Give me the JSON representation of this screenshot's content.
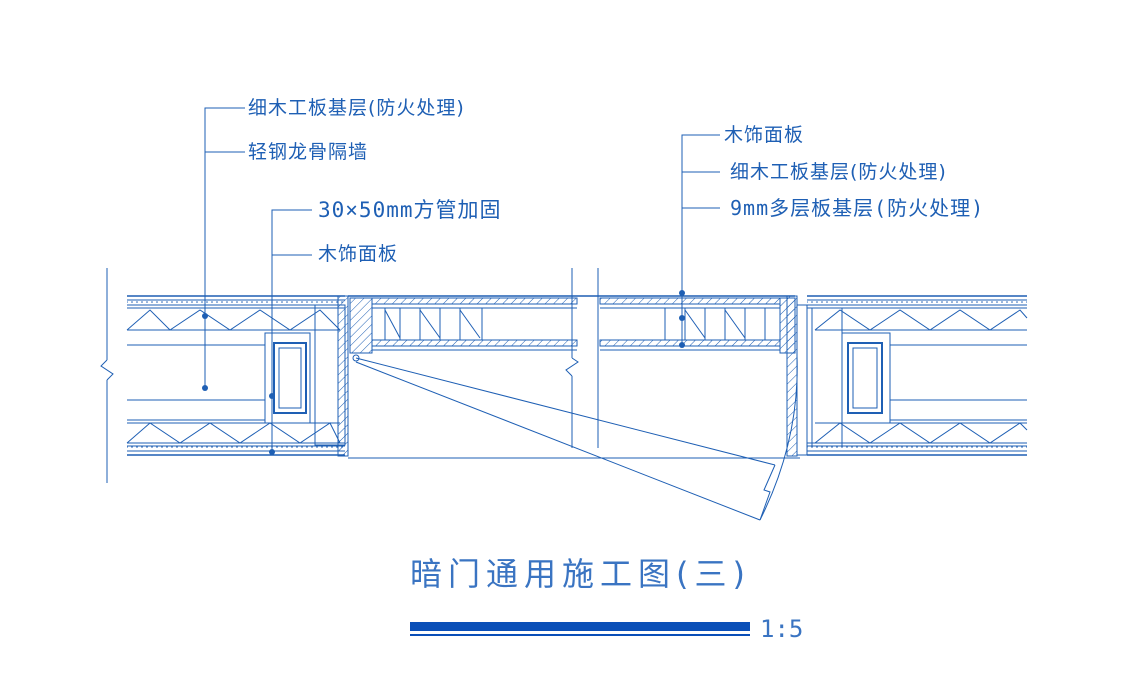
{
  "labels_left": [
    {
      "id": "l1",
      "text": "细木工板基层(防火处理)"
    },
    {
      "id": "l2",
      "text": "轻钢龙骨隔墙"
    },
    {
      "id": "l3",
      "text": "30×50mm方管加固"
    },
    {
      "id": "l4",
      "text": "木饰面板"
    }
  ],
  "labels_right": [
    {
      "id": "r1",
      "text": "木饰面板"
    },
    {
      "id": "r2",
      "text": "细木工板基层(防火处理)"
    },
    {
      "id": "r3",
      "text": "9mm多层板基层(防火处理)"
    }
  ],
  "title": "暗门通用施工图(三)",
  "scale": "1:5",
  "colors": {
    "line": "#1e5fb4",
    "title": "#3a74c2",
    "bar": "#0a4fb8"
  }
}
